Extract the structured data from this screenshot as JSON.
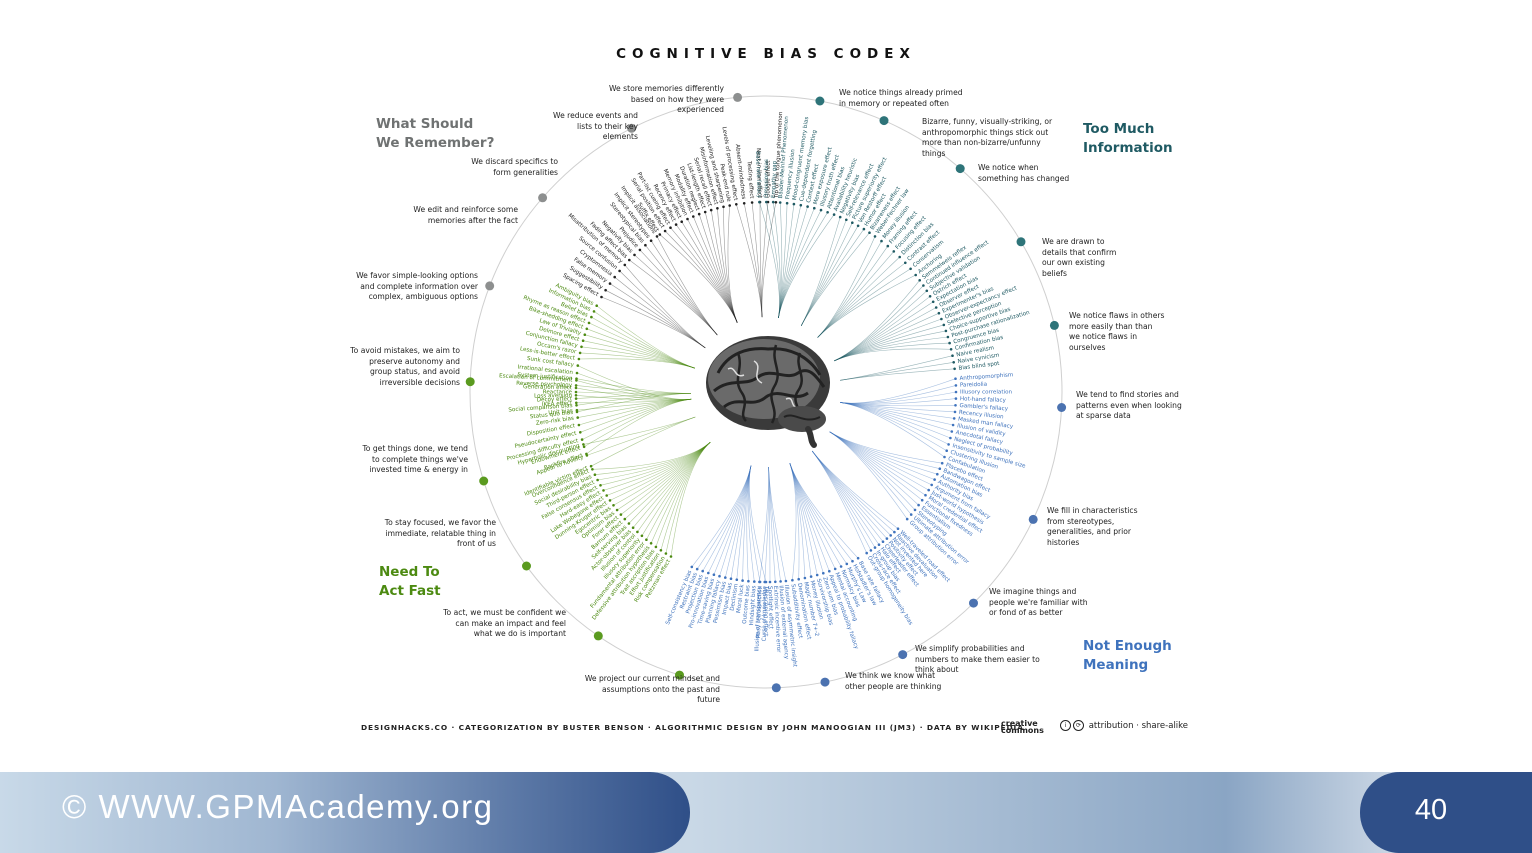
{
  "title": "COGNITIVE BIAS CODEX",
  "categories": [
    {
      "label": "What Should We Remember?",
      "color": "#6f7272"
    },
    {
      "label": "Too Much Information",
      "color": "#1f5a63"
    },
    {
      "label": "Need To Act Fast",
      "color": "#4c8a11"
    },
    {
      "label": "Not Enough Meaning",
      "color": "#3f73bd"
    }
  ],
  "groups": [
    {
      "text": "We store memories differently based on how they were experienced",
      "color": "#8d8f8f"
    },
    {
      "text": "We reduce events and lists to their key elements",
      "color": "#8d8f8f"
    },
    {
      "text": "We discard specifics to form generalities",
      "color": "#8d8f8f"
    },
    {
      "text": "We edit and reinforce some memories after the fact",
      "color": "#8d8f8f"
    },
    {
      "text": "We favor simple-looking options and complete information over complex, ambiguous options",
      "color": "#5a9a1f"
    },
    {
      "text": "To avoid mistakes, we aim to preserve autonomy and group status, and avoid irreversible decisions",
      "color": "#5a9a1f"
    },
    {
      "text": "To get things done, we tend to complete things we've invested time & energy in",
      "color": "#5a9a1f"
    },
    {
      "text": "To stay focused, we favor the immediate, relatable thing in front of us",
      "color": "#5a9a1f"
    },
    {
      "text": "To act, we must be confident we can make an impact and feel what we do is important",
      "color": "#5a9a1f"
    },
    {
      "text": "We project our current mindset and assumptions onto the past and future",
      "color": "#4b72b0"
    },
    {
      "text": "We think we know what other people are thinking",
      "color": "#4b72b0"
    },
    {
      "text": "We simplify probabilities and numbers to make them easier to think about",
      "color": "#4b72b0"
    },
    {
      "text": "We imagine things and people we're familiar with or fond of as better",
      "color": "#4b72b0"
    },
    {
      "text": "We fill in characteristics from stereotypes, generalities, and prior histories",
      "color": "#4b72b0"
    },
    {
      "text": "We tend to find stories and patterns even when looking at sparse data",
      "color": "#4b72b0"
    },
    {
      "text": "We notice flaws in others more easily than than we notice flaws in ourselves",
      "color": "#2e7479"
    },
    {
      "text": "We are drawn to details that confirm our own existing beliefs",
      "color": "#2e7479"
    },
    {
      "text": "We notice when something has changed",
      "color": "#2e7479"
    },
    {
      "text": "Bizarre, funny, visually-striking, or anthropomorphic things stick out more than non-bizarre/unfunny things",
      "color": "#2e7479"
    },
    {
      "text": "We notice things already primed in memory or repeated often",
      "color": "#2e7479"
    }
  ],
  "leaves": [
    {
      "color": "#222222",
      "labels": [
        "Levels of processing effect",
        "Absent-mindedness",
        "Testing effect",
        "Next-in-line effect",
        "Google effect",
        "Tip of the tongue phenomenon"
      ]
    },
    {
      "color": "#222222",
      "labels": [
        "Suffix effect",
        "Serial position effect",
        "Part-list cueing effect",
        "Recency effect",
        "Primacy effect",
        "Memory inhibition",
        "Modality effect",
        "Duration neglect",
        "List-length effect",
        "Serial recall effect",
        "Misinformation effect",
        "Leveling and sharpening",
        "Peak-end rule"
      ]
    },
    {
      "color": "#222222",
      "labels": [
        "Fading affect bias",
        "Negativity bias",
        "Prejudice",
        "Stereotypical bias",
        "Implicit stereotypes",
        "Implicit associations"
      ]
    },
    {
      "color": "#222222",
      "labels": [
        "Spacing effect",
        "Suggestibility",
        "False memory",
        "Cryptomnesia",
        "Source confusion",
        "Misattribution of memory"
      ]
    },
    {
      "color": "#4c8a11",
      "labels": [
        "Less-is-better effect",
        "Occam's razor",
        "Conjunction fallacy",
        "Delmore effect",
        "Law of Triviality",
        "Bike-shedding effect",
        "Rhyme as reason effect",
        "Belief bias",
        "Information bias",
        "Ambiguity bias"
      ]
    },
    {
      "color": "#4c8a11",
      "labels": [
        "Status quo bias",
        "Social comparison bias",
        "Decoy effect",
        "Reactance",
        "Reverse psychology",
        "System justification"
      ]
    },
    {
      "color": "#4c8a11",
      "labels": [
        "Backfire effect",
        "Endowment effect",
        "Processing difficulty effect",
        "Pseudocertainty effect",
        "Disposition effect",
        "Zero-risk bias",
        "Unit bias",
        "IKEA effect",
        "Loss aversion",
        "Generation effect",
        "Escalation of commitment",
        "Irrational escalation",
        "Sunk cost fallacy"
      ]
    },
    {
      "color": "#4c8a11",
      "labels": [
        "Identifiable victim effect",
        "Appeal to novelty",
        "Hyperbolic discounting"
      ]
    },
    {
      "color": "#4c8a11",
      "labels": [
        "Peltzman effect",
        "Risk compensation",
        "Effort justification",
        "Trait ascription bias",
        "Defensive attribution hypothesis",
        "Fundamental attribution error",
        "Illusory superiority",
        "Illusion of control",
        "Actor-observer bias",
        "Self-serving bias",
        "Barnum effect",
        "Forer effect",
        "Optimism bias",
        "Egocentric bias",
        "Dunning-Kruger effect",
        "Lake Wobegone effect",
        "Hard-easy effect",
        "False consensus effect",
        "Third-person effect",
        "Social desirability bias",
        "Overconfidence effect"
      ]
    },
    {
      "color": "#3f73bd",
      "labels": [
        "Self-consistency bias",
        "Restraint bias",
        "Projection bias",
        "Pro-innovation bias",
        "Time-saving bias",
        "Planning fallacy",
        "Pessimism bias",
        "Impact bias",
        "Declinism",
        "Moral luck",
        "Outcome bias",
        "Hindsight bias",
        "Rosy retrospection",
        "Telescoping effect"
      ]
    },
    {
      "color": "#3f73bd",
      "labels": [
        "Illusion of transparency",
        "Curse of knowledge",
        "Spotlight effect",
        "Extrinsic incentive error",
        "Illusion of external agency",
        "Illusion of asymmetric insight"
      ]
    },
    {
      "color": "#3f73bd",
      "labels": [
        "Subadditivity effect",
        "Denomination effect",
        "Magic number 7+-2",
        "Money illusion",
        "Survivorship bias",
        "Zero sum bias",
        "Appeal to probability fallacy",
        "Mental accounting",
        "Normalcy bias",
        "Murphy's Law",
        "Hofstadter's law",
        "Base rate fallacy"
      ]
    },
    {
      "color": "#3f73bd",
      "labels": [
        "Out-group homogeneity bias",
        "Cross-race effect",
        "In-group bias",
        "Halo effect",
        "Cheerleader effect",
        "Positivity effect",
        "Not invented here",
        "Reactive devaluation",
        "Well-traveled road effect"
      ]
    },
    {
      "color": "#3f73bd",
      "labels": [
        "Group attribution error",
        "Ultimate attribution error",
        "Stereotyping",
        "Essentialism",
        "Functional fixedness",
        "Moral credential effect",
        "Just-world hypothesis",
        "Argument from fallacy",
        "Authority bias",
        "Automation bias",
        "Bandwagon effect",
        "Placebo effect"
      ]
    },
    {
      "color": "#3f73bd",
      "labels": [
        "Confabulation",
        "Clustering illusion",
        "Insensitivity to sample size",
        "Neglect of probability",
        "Anecdotal fallacy",
        "Illusion of validity",
        "Masked man fallacy",
        "Recency illusion",
        "Gambler's fallacy",
        "Hot-hand fallacy",
        "Illusory correlation",
        "Pareidolia",
        "Anthropomorphism"
      ]
    },
    {
      "color": "#1f5a63",
      "labels": [
        "Bias blind spot",
        "Naive cynicism",
        "Naive realism"
      ]
    },
    {
      "color": "#1f5a63",
      "labels": [
        "Confirmation bias",
        "Congruence bias",
        "Post-purchase rationalization",
        "Choice-supportive bias",
        "Selective perception",
        "Observer-expectancy effect",
        "Experimenter's bias",
        "Observer effect",
        "Expectation bias",
        "Ostrich effect",
        "Subjective validation",
        "Continued influence effect",
        "Semmelweis reflex"
      ]
    },
    {
      "color": "#1f5a63",
      "labels": [
        "Anchoring",
        "Conservatism",
        "Contrast effect",
        "Distinction bias",
        "Focusing effect",
        "Framing effect",
        "Money illusion",
        "Weber-Fechner law"
      ]
    },
    {
      "color": "#1f5a63",
      "labels": [
        "Bizarreness effect",
        "Humor effect",
        "Von Restorff effect",
        "Picture superiority effect",
        "Self-relevance effect",
        "Negativity bias"
      ]
    },
    {
      "color": "#1f5a63",
      "labels": [
        "Availability heuristic",
        "Attentional bias",
        "Illusory truth effect",
        "Mere exposure effect",
        "Context effect",
        "Cue-dependent forgetting",
        "Mood-congruent memory bias",
        "Frequency illusion",
        "Baader-Meinhof Phenomenon",
        "Empathy gap",
        "Omission bias",
        "Base rate fallacy"
      ]
    }
  ],
  "credits": "DESIGNHACKS.CO · CATEGORIZATION BY BUSTER BENSON · ALGORITHMIC DESIGN BY JOHN MANOOGIAN III (JM3) · DATA BY WIKIPEDIA",
  "license": {
    "logo_top": "creative",
    "logo_bottom": "commons",
    "text": "attribution · share-alike"
  },
  "footer": {
    "copyright_symbol": "©",
    "url": "WWW.GPMAcademy.org",
    "page_number": "40"
  }
}
